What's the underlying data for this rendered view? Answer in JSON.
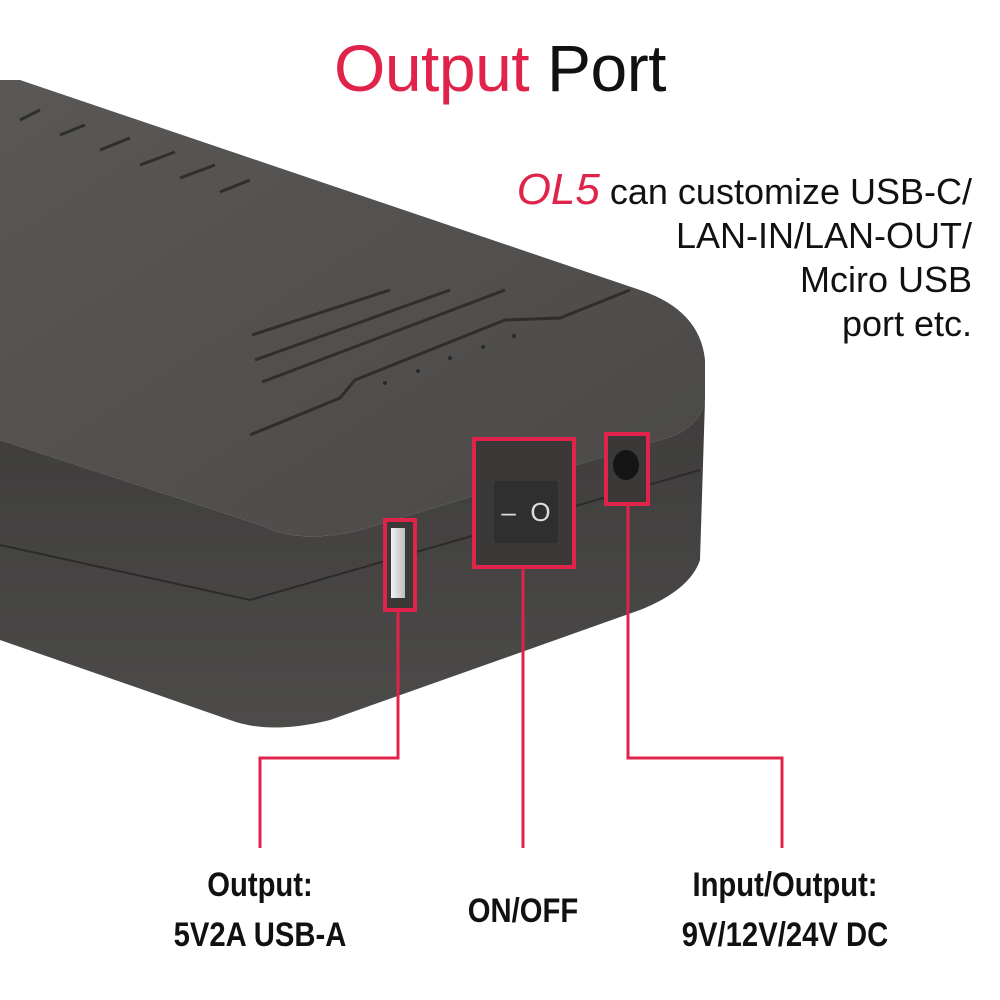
{
  "title": {
    "highlight": "Output",
    "rest": "Port"
  },
  "customization_note": {
    "model": "OL5",
    "lines": [
      "can customize USB-C/",
      "LAN-IN/LAN-OUT/",
      "Mciro USB",
      "port etc."
    ]
  },
  "switch_glyphs": {
    "off": "–",
    "on": "O"
  },
  "callouts": [
    {
      "id": "usb-a",
      "line1": "Output:",
      "line2": "5V2A USB-A"
    },
    {
      "id": "power-switch",
      "line1": "ON/OFF"
    },
    {
      "id": "dc-jack",
      "line1": "Input/Output:",
      "line2": "9V/12V/24V DC"
    }
  ],
  "colors": {
    "accent": "#e0234a",
    "device": "#4a4a4a",
    "text": "#111111"
  }
}
